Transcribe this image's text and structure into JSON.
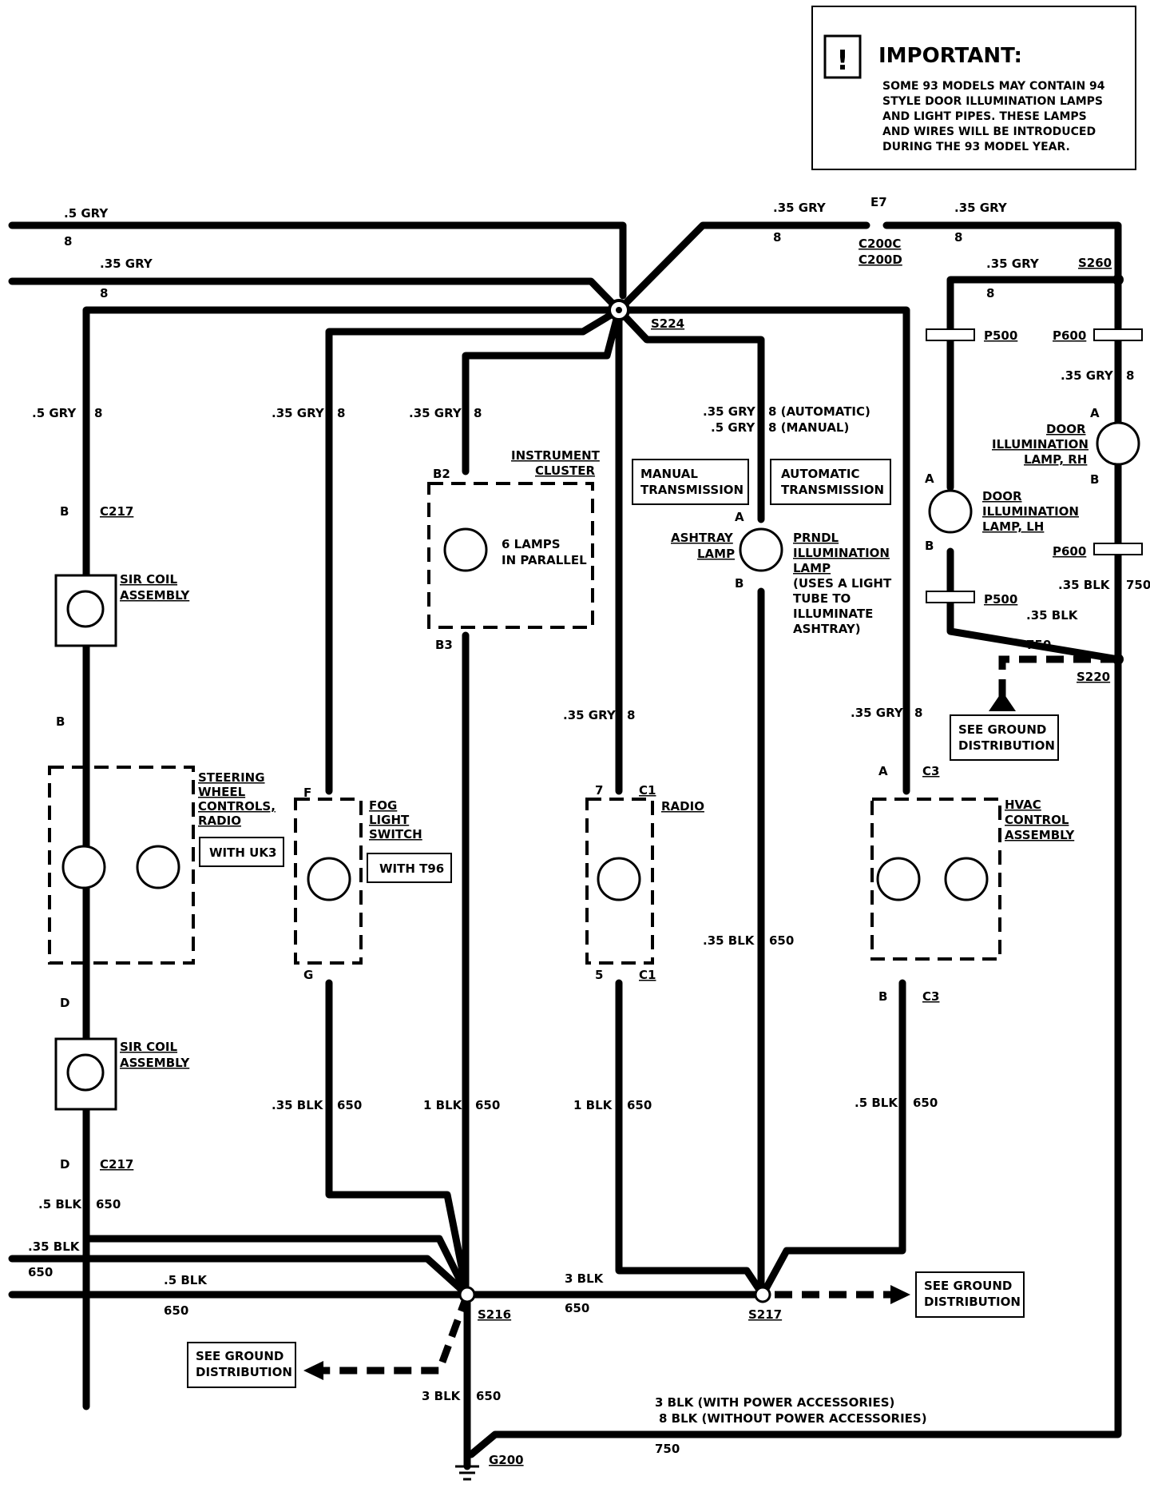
{
  "important": {
    "title": "IMPORTANT:",
    "icon": "exclamation-icon",
    "lines": [
      "SOME 93 MODELS MAY CONTAIN 94",
      "STYLE DOOR ILLUMINATION LAMPS",
      "AND LIGHT PIPES.  THESE LAMPS",
      "AND WIRES WILL BE INTRODUCED",
      "DURING THE 93 MODEL YEAR."
    ]
  },
  "wire_labels": {
    "gry_5": ".5 GRY",
    "gry_35": ".35 GRY",
    "blk_35": ".35 BLK",
    "blk_5": ".5 BLK",
    "blk_1": "1 BLK",
    "blk_3": "3 BLK",
    "circuit_8": "8",
    "circuit_650": "650",
    "circuit_750": "750",
    "automatic": "8 (AUTOMATIC)",
    "manual": "8 (MANUAL)",
    "ground_with_pa": "3 BLK  (WITH POWER ACCESSORIES)",
    "ground_without_pa": "8 BLK  (WITHOUT POWER ACCESSORIES)"
  },
  "splices": {
    "s224": "S224",
    "s260": "S260",
    "s220": "S220",
    "s216": "S216",
    "s217": "S217",
    "g200": "G200"
  },
  "connectors": {
    "e7": "E7",
    "c200c": "C200C",
    "c200d": "C200D",
    "c217": "C217",
    "c1": "C1",
    "c3": "C3",
    "p500": "P500",
    "p600": "P600"
  },
  "pins": {
    "a": "A",
    "b": "B",
    "d": "D",
    "f": "F",
    "g": "G",
    "b2": "B2",
    "b3": "B3",
    "p7": "7",
    "p5": "5"
  },
  "components": {
    "sir_coil": [
      "SIR COIL",
      "ASSEMBLY"
    ],
    "steering": [
      "STEERING",
      "WHEEL",
      "CONTROLS,",
      "RADIO"
    ],
    "with_uk3": "WITH UK3",
    "fog": [
      "FOG",
      "LIGHT",
      "SWITCH"
    ],
    "with_t96": "WITH T96",
    "cluster": [
      "INSTRUMENT",
      "CLUSTER"
    ],
    "six_lamps": [
      "6 LAMPS",
      "IN PARALLEL"
    ],
    "radio": "RADIO",
    "manual_trans": [
      "MANUAL",
      "TRANSMISSION"
    ],
    "auto_trans": [
      "AUTOMATIC",
      "TRANSMISSION"
    ],
    "ashtray": [
      "ASHTRAY",
      "LAMP"
    ],
    "prndl": [
      "PRNDL",
      "ILLUMINATION",
      "LAMP",
      "(USES A LIGHT",
      "TUBE TO",
      "ILLUMINATE",
      "ASHTRAY)"
    ],
    "hvac": [
      "HVAC",
      "CONTROL",
      "ASSEMBLY"
    ],
    "door_lh": [
      "DOOR",
      "ILLUMINATION",
      "LAMP, LH"
    ],
    "door_rh": [
      "DOOR",
      "ILLUMINATION",
      "LAMP, RH"
    ],
    "ground_dist": [
      "SEE GROUND",
      "DISTRIBUTION"
    ]
  }
}
